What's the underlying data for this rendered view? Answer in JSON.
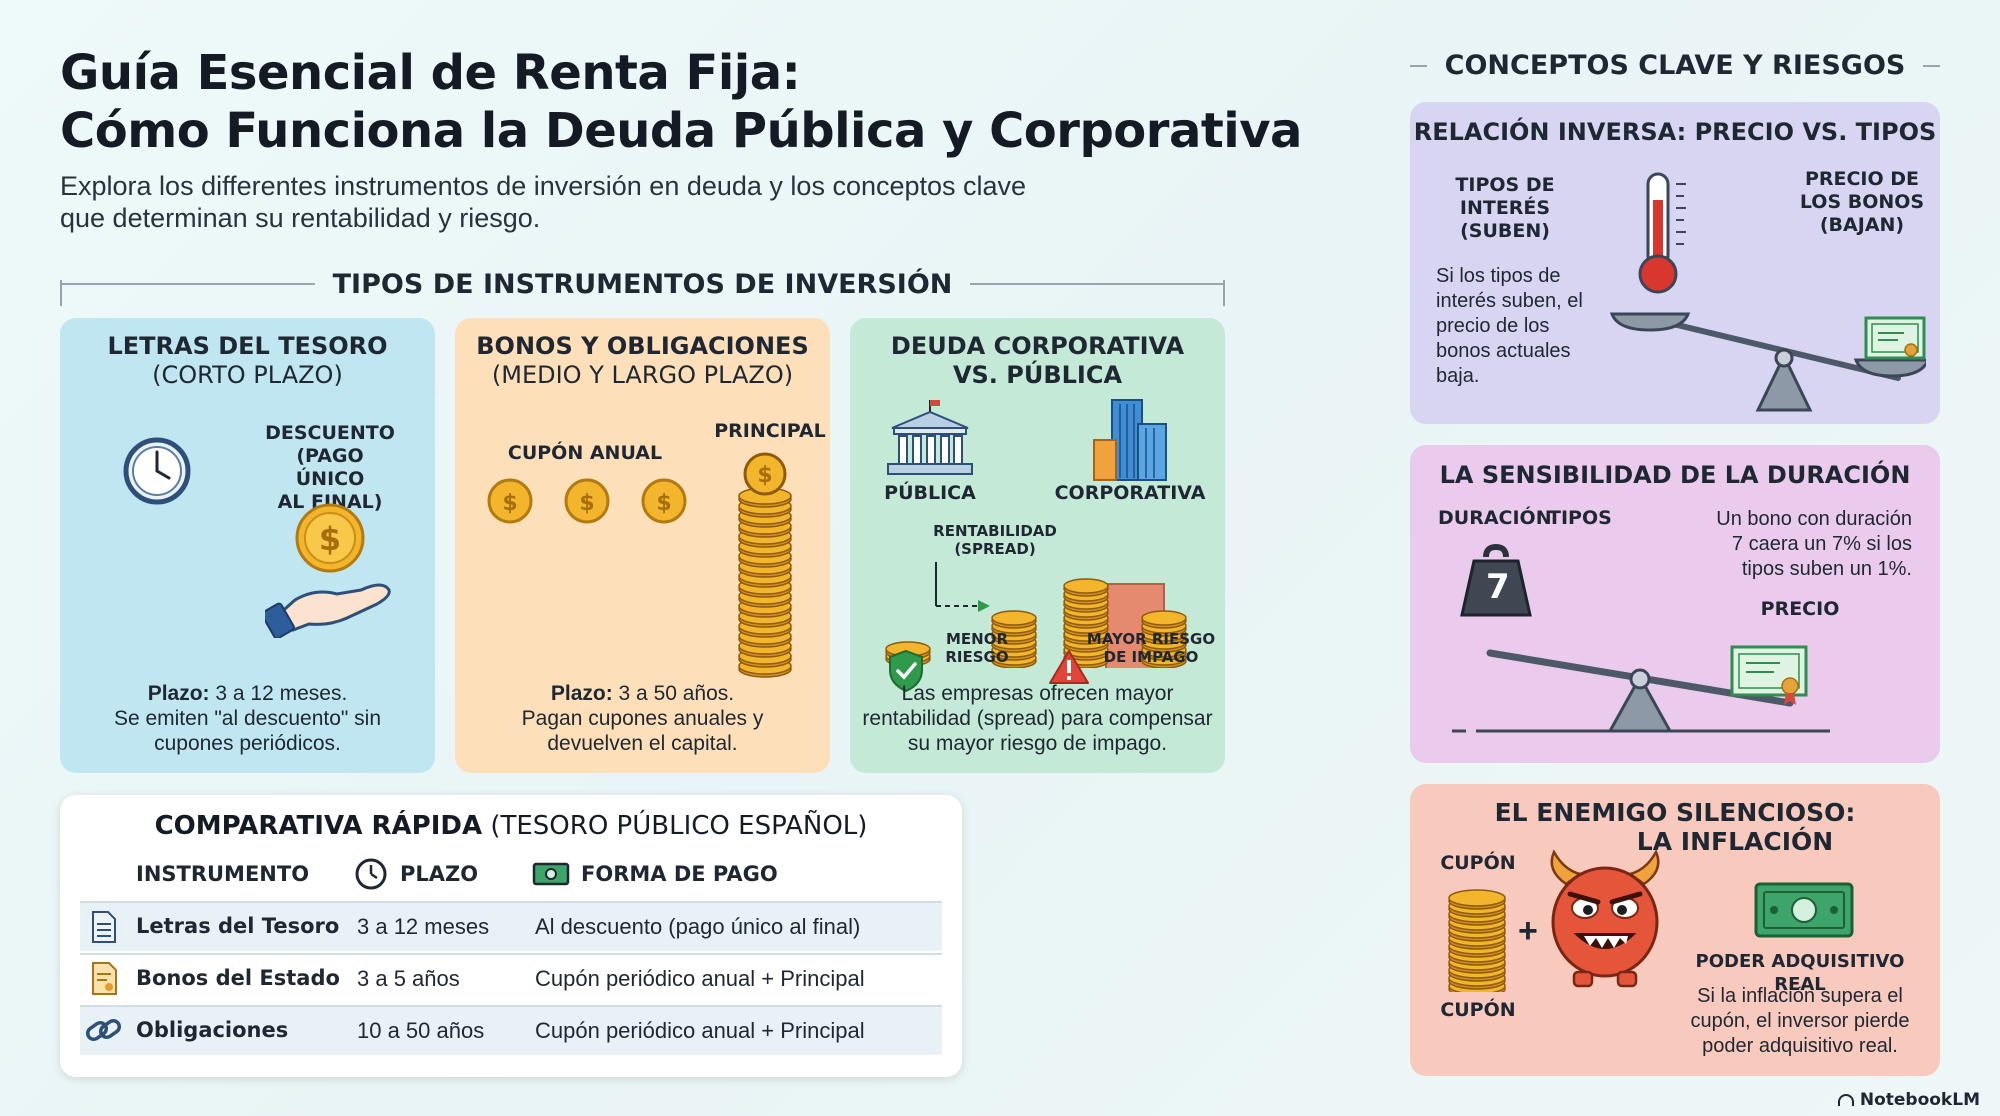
{
  "header": {
    "title_line1": "Guía Esencial de Renta Fija:",
    "title_line2": "Cómo Funciona la Deuda Pública y Corporativa",
    "subtitle_line1": "Explora los differentes instrumentos de inversión en deuda y los conceptos clave",
    "subtitle_line2": "que determinan su rentabilidad y riesgo."
  },
  "instruments_section": {
    "title": "TIPOS DE INSTRUMENTOS DE INVERSIÓN",
    "letras": {
      "title": "LETRAS DEL TESORO",
      "subtitle": "(CORTO PLAZO)",
      "label_l1": "DESCUENTO",
      "label_l2": "(PAGO ÚNICO",
      "label_l3": "AL FINAL)",
      "text_bold": "Plazo:",
      "text_l1": " 3 a 12 meses.",
      "text_l2": "Se emiten \"al descuento\" sin",
      "text_l3": "cupones periódicos."
    },
    "bonos": {
      "title": "BONOS Y OBLIGACIONES",
      "subtitle": "(MEDIO Y LARGO PLAZO)",
      "label_cupon": "CUPÓN ANUAL",
      "label_principal": "PRINCIPAL",
      "text_bold": "Plazo:",
      "text_l1": " 3 a 50 años.",
      "text_l2": "Pagan cupones anuales y",
      "text_l3": "devuelven el capital."
    },
    "corporativa": {
      "title_l1": "DEUDA CORPORATIVA",
      "title_l2": "VS. PÚBLICA",
      "label_publica": "PÚBLICA",
      "label_corporativa": "CORPORATIVA",
      "label_spread_l1": "RENTABILIDAD",
      "label_spread_l2": "(SPREAD)",
      "label_menor_l1": "MENOR",
      "label_menor_l2": "RIESGO",
      "label_mayor_l1": "MAYOR RIESGO",
      "label_mayor_l2": "DE IMPAGO",
      "text_l1": "Las empresas ofrecen mayor",
      "text_l2": "rentabilidad (spread) para compensar",
      "text_l3": "su mayor riesgo de impago."
    }
  },
  "comparison": {
    "title_bold": "COMPARATIVA RÁPIDA",
    "title_rest": " (TESORO PÚBLICO ESPAÑOL)",
    "headers": {
      "instrumento": "INSTRUMENTO",
      "plazo": "PLAZO",
      "forma": "FORMA DE PAGO"
    },
    "rows": [
      {
        "instrumento": "Letras del Tesoro",
        "plazo": "3 a 12 meses",
        "forma": "Al descuento (pago único al final)"
      },
      {
        "instrumento": "Bonos del Estado",
        "plazo": "3 a 5 años",
        "forma": "Cupón periódico anual + Principal"
      },
      {
        "instrumento": "Obligaciones",
        "plazo": "10 a 50 años",
        "forma": "Cupón periódico anual + Principal"
      }
    ]
  },
  "concepts_section": {
    "title": "CONCEPTOS CLAVE Y RIESGOS",
    "inversa": {
      "title": "RELACIÓN INVERSA: PRECIO VS. TIPOS",
      "left_l1": "TIPOS DE",
      "left_l2": "INTERÉS",
      "left_l3": "(SUBEN)",
      "right_l1": "PRECIO DE",
      "right_l2": "LOS BONOS",
      "right_l3": "(BAJAN)",
      "text_l1": "Si los tipos de",
      "text_l2": "interés suben, el",
      "text_l3": "precio de los",
      "text_l4": "bonos actuales",
      "text_l5": "baja."
    },
    "duracion": {
      "title": "LA SENSIBILIDAD DE LA DURACIÓN",
      "label_duracion": "DURACIÓN",
      "label_tipos": "TIPOS",
      "weight_number": "7",
      "label_precio": "PRECIO",
      "text_l1": "Un bono con duración",
      "text_l2": "7 caera un 7% si los",
      "text_l3": "tipos suben un 1%."
    },
    "inflacion": {
      "title_l1": "EL ENEMIGO SILENCIOSO:",
      "title_l2": "LA INFLACIÓN",
      "label_cupon_top": "CUPÓN",
      "label_cupon_bottom": "CUPÓN",
      "plus": "+",
      "label_poder": "PODER ADQUISITIVO REAL",
      "text_l1": "Si la inflación supera el",
      "text_l2": "cupón, el inversor pierde",
      "text_l3": "poder adquisitivo real."
    }
  },
  "footer": {
    "brand": "NotebookLM"
  },
  "icons": [
    "clock-icon",
    "hand-coin-icon",
    "coin-icon",
    "coin-stack-icon",
    "government-building-icon",
    "corporate-building-icon",
    "shield-check-icon",
    "warning-icon",
    "document-icon",
    "bond-certificate-icon",
    "link-icon",
    "cash-icon",
    "thermometer-icon",
    "balance-scale-icon",
    "seesaw-icon",
    "weight-icon",
    "inflation-monster-icon",
    "notebooklm-logo-icon"
  ]
}
